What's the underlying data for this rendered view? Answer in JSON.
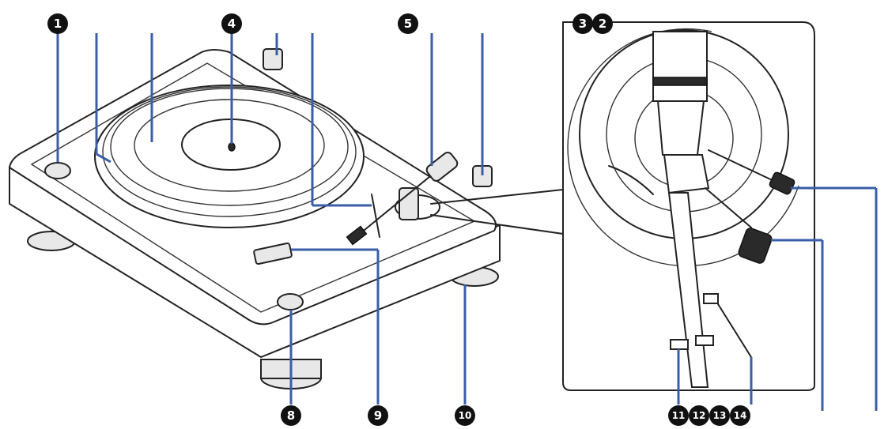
{
  "colors": {
    "leader": "#3a5ea8",
    "outline": "#222222",
    "marker_fill": "#111111",
    "marker_text": "#ffffff"
  },
  "callouts": [
    {
      "id": "1",
      "label": "1"
    },
    {
      "id": "4",
      "label": "4"
    },
    {
      "id": "5",
      "label": "5"
    },
    {
      "id": "3",
      "label": "3"
    },
    {
      "id": "2",
      "label": "2"
    },
    {
      "id": "8",
      "label": "8"
    },
    {
      "id": "9",
      "label": "9"
    },
    {
      "id": "10",
      "label": "10"
    },
    {
      "id": "11",
      "label": "11"
    },
    {
      "id": "12",
      "label": "12"
    },
    {
      "id": "13",
      "label": "13"
    },
    {
      "id": "14",
      "label": "14"
    }
  ]
}
